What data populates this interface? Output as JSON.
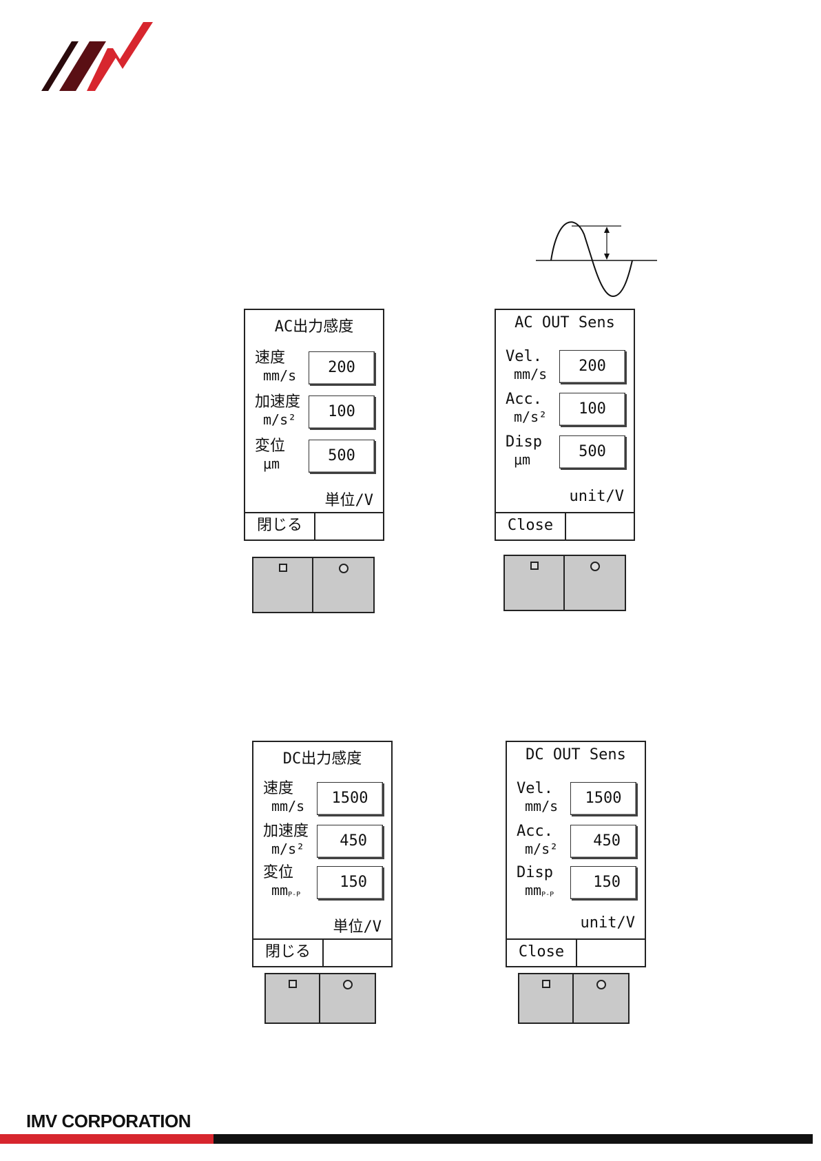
{
  "brand": {
    "company_name": "IMV CORPORATION",
    "logo_text": "IMV",
    "colors": {
      "red": "#d7262e",
      "dark": "#111111",
      "key_gray": "#c9c9c9"
    }
  },
  "panels": [
    {
      "title": "AC出力感度",
      "rows": [
        {
          "label": "速度",
          "unit": "mm/s",
          "value": "200"
        },
        {
          "label": "加速度",
          "unit": "m/s²",
          "value": "100"
        },
        {
          "label": "変位",
          "unit": "μm",
          "value": "500"
        }
      ],
      "unit_text": "単位/V",
      "close_label": "閉じる"
    },
    {
      "title": "AC OUT Sens",
      "rows": [
        {
          "label": "Vel.",
          "unit": "mm/s",
          "value": "200"
        },
        {
          "label": "Acc.",
          "unit": "m/s²",
          "value": "100"
        },
        {
          "label": "Disp",
          "unit": "μm",
          "value": "500"
        }
      ],
      "unit_text": "unit/V",
      "close_label": "Close"
    },
    {
      "title": "DC出力感度",
      "rows": [
        {
          "label": "速度",
          "unit": "mm/s",
          "value": "1500"
        },
        {
          "label": "加速度",
          "unit": "m/s²",
          "value": "450"
        },
        {
          "label": "変位",
          "unit": "mm",
          "unit_sub": "P-P",
          "value": "150"
        }
      ],
      "unit_text": "単位/V",
      "close_label": "閉じる"
    },
    {
      "title": "DC OUT Sens",
      "rows": [
        {
          "label": "Vel.",
          "unit": "mm/s",
          "value": "1500"
        },
        {
          "label": "Acc.",
          "unit": "m/s²",
          "value": "450"
        },
        {
          "label": "Disp",
          "unit": "mm",
          "unit_sub": "P-P",
          "value": "150"
        }
      ],
      "unit_text": "unit/V",
      "close_label": "Close"
    }
  ],
  "keys": {
    "left_icon": "square-icon",
    "right_icon": "circle-icon"
  }
}
